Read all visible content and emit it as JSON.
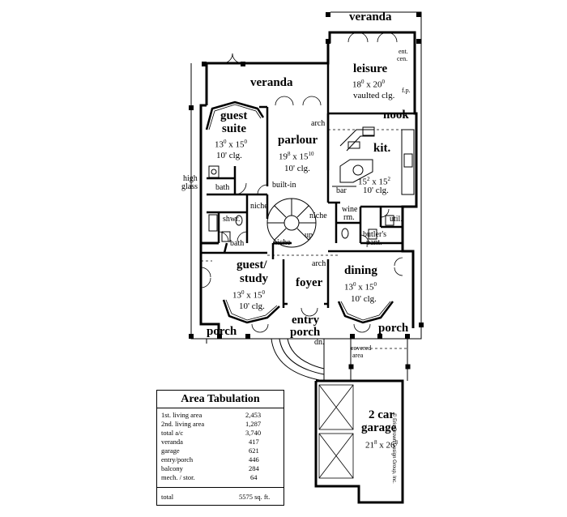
{
  "rooms": {
    "veranda_top": "veranda",
    "veranda_main": "veranda",
    "leisure": {
      "name": "leisure",
      "dim_a": "18",
      "sup_a": "0",
      "dim_b": "x 20",
      "sup_b": "0",
      "note": "vaulted clg."
    },
    "ent_cen_1": "ent.",
    "ent_cen_2": "cen.",
    "fp": "f.p.",
    "nook": "nook",
    "guest_suite_1": "guest",
    "guest_suite_2": "suite",
    "guest_suite_dim_a": "13",
    "guest_suite_sup_a": "0",
    "guest_suite_dim_b": "x 15",
    "guest_suite_sup_b": "0",
    "guest_suite_clg": "10' clg.",
    "parlour": {
      "name": "parlour",
      "dim_a": "19",
      "sup_a": "8",
      "dim_b": "x 15",
      "sup_b": "10",
      "clg": "10' clg."
    },
    "arch_parlour": "arch",
    "kit": {
      "name": "kit.",
      "dim_a": "15",
      "sup_a": "2",
      "dim_b": "x 15",
      "sup_b": "2",
      "clg": "10' clg."
    },
    "high_glass_1": "high",
    "high_glass_2": "glass",
    "bath_upper": "bath",
    "built_in": "built-in",
    "bar": "bar",
    "niche_left": "niche",
    "niche_right": "niche",
    "niche_center": "niche",
    "wine_rm_1": "wine",
    "wine_rm_2": "rm.",
    "util": "util.",
    "shwr": "shwr.",
    "up": "up",
    "butlers_1": "butler's",
    "butlers_2": "pant.",
    "bath_lower": "bath",
    "guest_study_1": "guest/",
    "guest_study_2": "study",
    "guest_study_dim_a": "13",
    "guest_study_sup_a": "0",
    "guest_study_dim_b": "x 15",
    "guest_study_sup_b": "0",
    "guest_study_clg": "10' clg.",
    "arch_foyer": "arch",
    "foyer": "foyer",
    "dining": {
      "name": "dining",
      "dim_a": "13",
      "sup_a": "0",
      "dim_b": "x 15",
      "sup_b": "0",
      "clg": "10' clg."
    },
    "porch_left": "porch",
    "entry_porch_1": "entry",
    "entry_porch_2": "porch",
    "porch_right": "porch",
    "dn": "dn.",
    "covered_area_1": "covered",
    "covered_area_2": "area",
    "garage": {
      "name_1": "2 car",
      "name_2": "garage",
      "dim_a": "21",
      "sup_a": "8",
      "dim_b": "x 26",
      "sup_b": "8"
    }
  },
  "area_tabulation": {
    "title": "Area Tabulation",
    "rows": [
      {
        "label": "1st. living area",
        "value": "2,453"
      },
      {
        "label": "2nd. living area",
        "value": "1,287"
      },
      {
        "label": "total a/c",
        "value": "3,740"
      },
      {
        "label": "veranda",
        "value": "417"
      },
      {
        "label": "garage",
        "value": "621"
      },
      {
        "label": "entry/porch",
        "value": "446"
      },
      {
        "label": "balcony",
        "value": "284"
      },
      {
        "label": "mech. / stor.",
        "value": "64"
      }
    ],
    "total_label": "total",
    "total_value": "5575 sq. ft."
  },
  "copyright": "© Eric Brown Design Group, Inc."
}
